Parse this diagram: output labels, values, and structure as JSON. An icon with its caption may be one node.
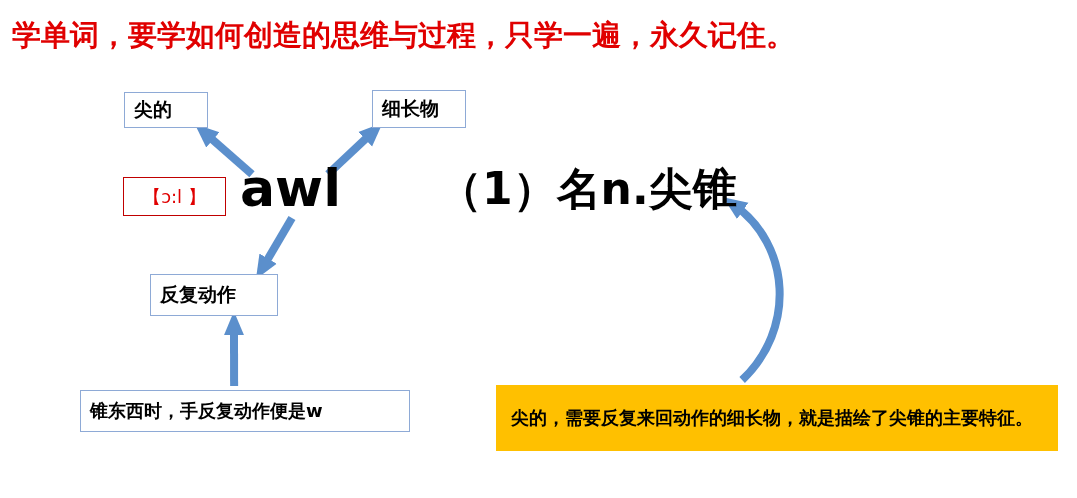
{
  "diagram": {
    "title": "学单词，要学如何创造的思维与过程，只学一遍，永久记住。",
    "nodes": [
      {
        "text": [
          "尖的"
        ]
      },
      {
        "text": [
          "细长物"
        ]
      },
      {
        "text": [
          "【ɔ:l 】"
        ]
      },
      {
        "text": [
          "awl"
        ]
      },
      {
        "text": [
          "（1）名n.尖锥"
        ]
      },
      {
        "text": [
          "反复动作"
        ]
      },
      {
        "text": [
          "锥东西时，手反复动作便是w"
        ]
      },
      {
        "text": [
          "尖的，需要反复来回动作的细长物，就是描绘了尖锥的主要特征。"
        ]
      }
    ],
    "edges": [
      {
        "from": 3,
        "to": 0,
        "arrow": "to"
      },
      {
        "from": 3,
        "to": 1,
        "arrow": "to"
      },
      {
        "from": 3,
        "to": 5,
        "arrow": "to"
      },
      {
        "from": 6,
        "to": 5,
        "arrow": "to"
      },
      {
        "from": 7,
        "to": 4,
        "arrow": "to"
      }
    ]
  }
}
